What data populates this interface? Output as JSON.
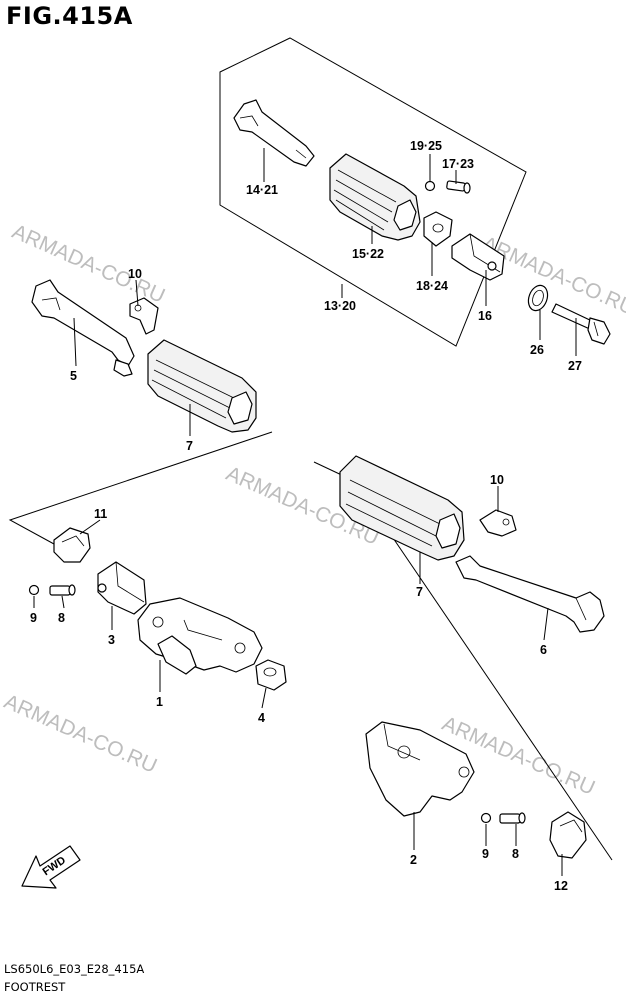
{
  "figure_title": "FIG.415A",
  "footer": {
    "code": "LS650L6_E03_E28_415A",
    "name": "FOOTREST"
  },
  "watermark": "ARMADA-CO.RU",
  "fwd_label": "FWD",
  "labels": {
    "l14_21": "14·21",
    "l19_25": "19·25",
    "l17_23": "17·23",
    "l15_22": "15·22",
    "l18_24": "18·24",
    "l13_20": "13·20",
    "l16": "16",
    "l26": "26",
    "l27": "27",
    "l10a": "10",
    "l5": "5",
    "l7a": "7",
    "l11": "11",
    "l9a": "9",
    "l8a": "8",
    "l3": "3",
    "l1": "1",
    "l4": "4",
    "l10b": "10",
    "l7b": "7",
    "l6": "6",
    "l2": "2",
    "l9b": "9",
    "l8b": "8",
    "l12": "12"
  }
}
